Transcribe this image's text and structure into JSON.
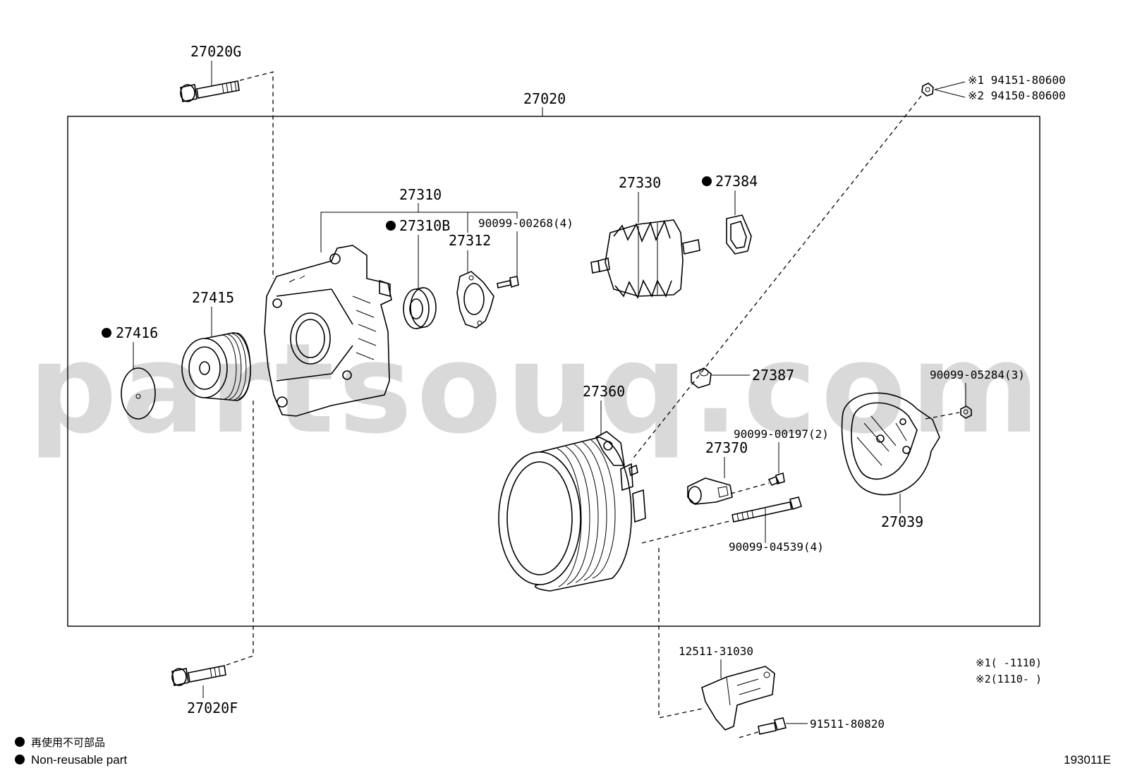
{
  "watermark": "partsouq.com",
  "assembly": "27020",
  "labels": {
    "p27020G": "27020G",
    "p27020F": "27020F",
    "p27310": "27310",
    "p27310B": "27310B",
    "p27312": "27312",
    "p90099_00268": "90099-00268(4)",
    "p27330": "27330",
    "p27384": "27384",
    "p27415": "27415",
    "p27416": "27416",
    "p27387": "27387",
    "p27360": "27360",
    "p27370": "27370",
    "p90099_00197": "90099-00197(2)",
    "p90099_04539": "90099-04539(4)",
    "p90099_05284": "90099-05284(3)",
    "p27039": "27039",
    "p12511_31030": "12511-31030",
    "p91511_80820": "91511-80820",
    "note1": "※1 94151-80600",
    "note2": "※2 94150-80600",
    "range1": "※1(      -1110)",
    "range2": "※2(1110-      )"
  },
  "legend": {
    "jp": "再使用不可部品",
    "en": "Non-reusable part"
  },
  "figure_id": "193011E"
}
